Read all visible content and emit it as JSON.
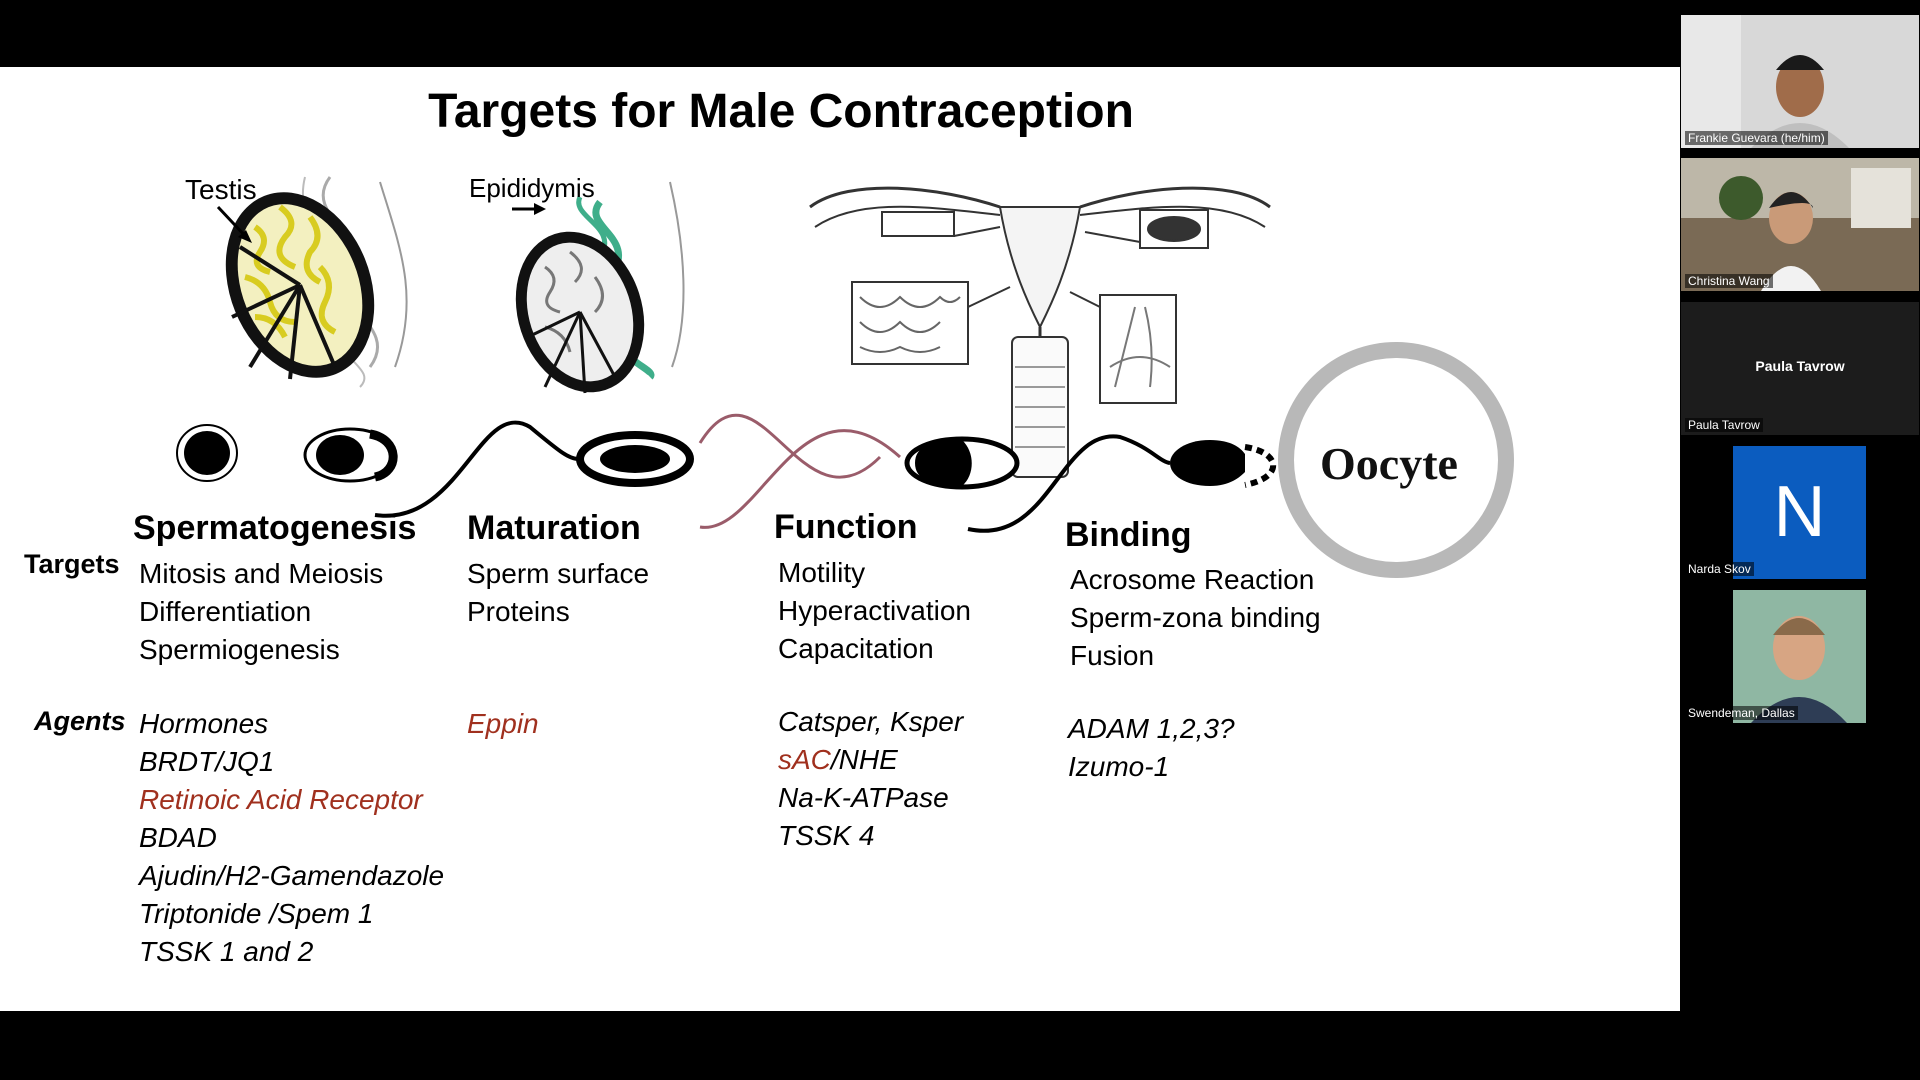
{
  "slide": {
    "title": "Targets for Male Contraception",
    "labels": {
      "testis": "Testis",
      "epididymis": "Epididymis",
      "oocyte": "Oocyte"
    },
    "row_labels": {
      "targets": "Targets",
      "agents": "Agents"
    },
    "stages": [
      {
        "name": "Spermatogenesis",
        "targets": [
          "Mitosis and Meiosis",
          "Differentiation",
          "Spermiogenesis"
        ],
        "agents": [
          "Hormones",
          "BRDT/JQ1",
          "Retinoic Acid Receptor",
          "BDAD",
          "Ajudin/H2-Gamendazole",
          "Triptonide /Spem 1",
          "TSSK 1 and 2"
        ]
      },
      {
        "name": "Maturation",
        "targets": [
          "Sperm surface",
          "Proteins"
        ],
        "agents": [
          "Eppin"
        ]
      },
      {
        "name": "Function",
        "targets": [
          "Motility",
          "Hyperactivation",
          "Capacitation"
        ],
        "agents_line1_a": "sAC",
        "agents_line1_b": "/NHE",
        "agents": [
          "Catsper, Ksper",
          "Na-K-ATPase",
          "TSSK  4"
        ]
      },
      {
        "name": "Binding",
        "targets": [
          "Acrosome Reaction",
          "Sperm-zona binding",
          "Fusion"
        ],
        "agents": [
          "ADAM 1,2,3?",
          "Izumo-1"
        ]
      }
    ],
    "colors": {
      "highlight_red": "#a0301e",
      "testis_yellow": "#e8e04a",
      "epididymis_green": "#3fae8a",
      "oocyte_ring": "#b8b8b8",
      "wave_mauve": "#9a5c6a"
    }
  },
  "participants": [
    {
      "name": "Frankie Guevara (he/him)",
      "type": "video"
    },
    {
      "name": "Christina Wang",
      "type": "video"
    },
    {
      "name": "Paula Tavrow",
      "center_label": "Paula Tavrow",
      "type": "name-only"
    },
    {
      "name": "Narda Skov",
      "initial": "N",
      "type": "avatar"
    },
    {
      "name": "Swendeman, Dallas",
      "type": "video"
    }
  ]
}
